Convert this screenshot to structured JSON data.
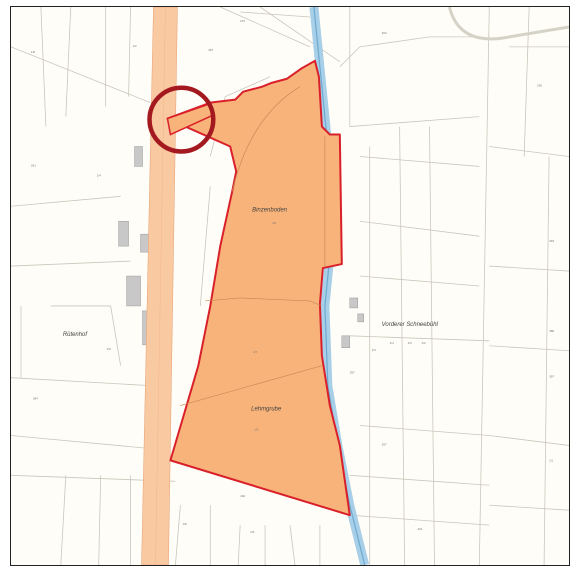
{
  "map": {
    "labels": {
      "area_north": "Binzenboden",
      "area_south": "Lehmgrube",
      "place_west": "Rütenhof",
      "place_east": "Vorderer Schneebühl"
    },
    "parcel_numbers": {
      "n1": "1/8",
      "n2": "367",
      "n3": "393",
      "n4": "1/2",
      "n5": "207",
      "n6": "292",
      "n7": "261",
      "n8": "1/4",
      "n9": "1/6",
      "n10": "1/7",
      "n11": "1/5",
      "n12": "1/8",
      "n13": "393",
      "n14": "388",
      "n15": "397",
      "n16": "1/1",
      "n17": "1/3",
      "n18": "1/4",
      "n19": "1/3",
      "n20": "1/2",
      "n21": "394",
      "n22": "397",
      "n23": "397",
      "n24": "402",
      "n25": "1/8",
      "n26": "1/5",
      "n27": "401"
    },
    "colors": {
      "parcel_fill": "#f8b37a",
      "parcel_outline": "#d9202a",
      "highway_corridor": "#f9c9a1",
      "stream": "#a8cfe8",
      "highlight_circle": "#a4191f",
      "background": "#fffdf7",
      "lines": "#bdbdb0",
      "buildings": "#c8c8c8"
    }
  }
}
